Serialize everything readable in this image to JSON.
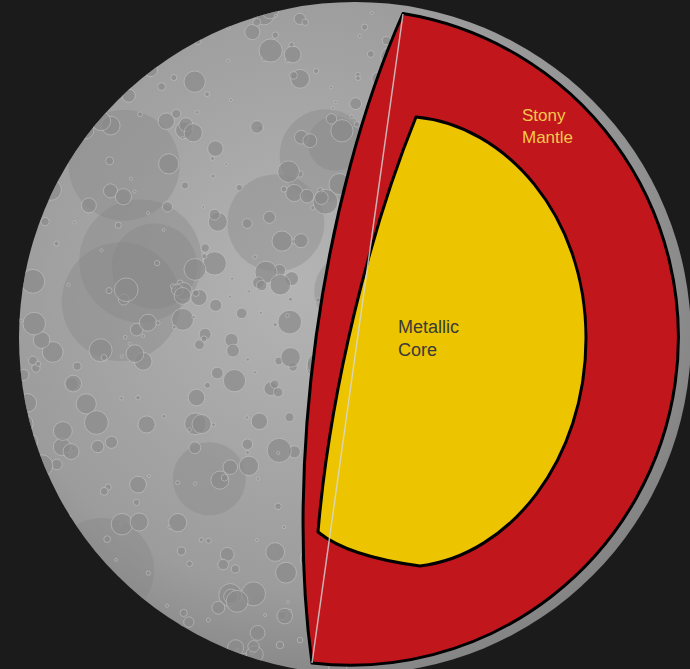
{
  "diagram": {
    "nodes": [
      {
        "text": [
          "Stony Mantle"
        ]
      },
      {
        "text": [
          "Metallic Core"
        ],
        "in": 0
      }
    ]
  }
}
